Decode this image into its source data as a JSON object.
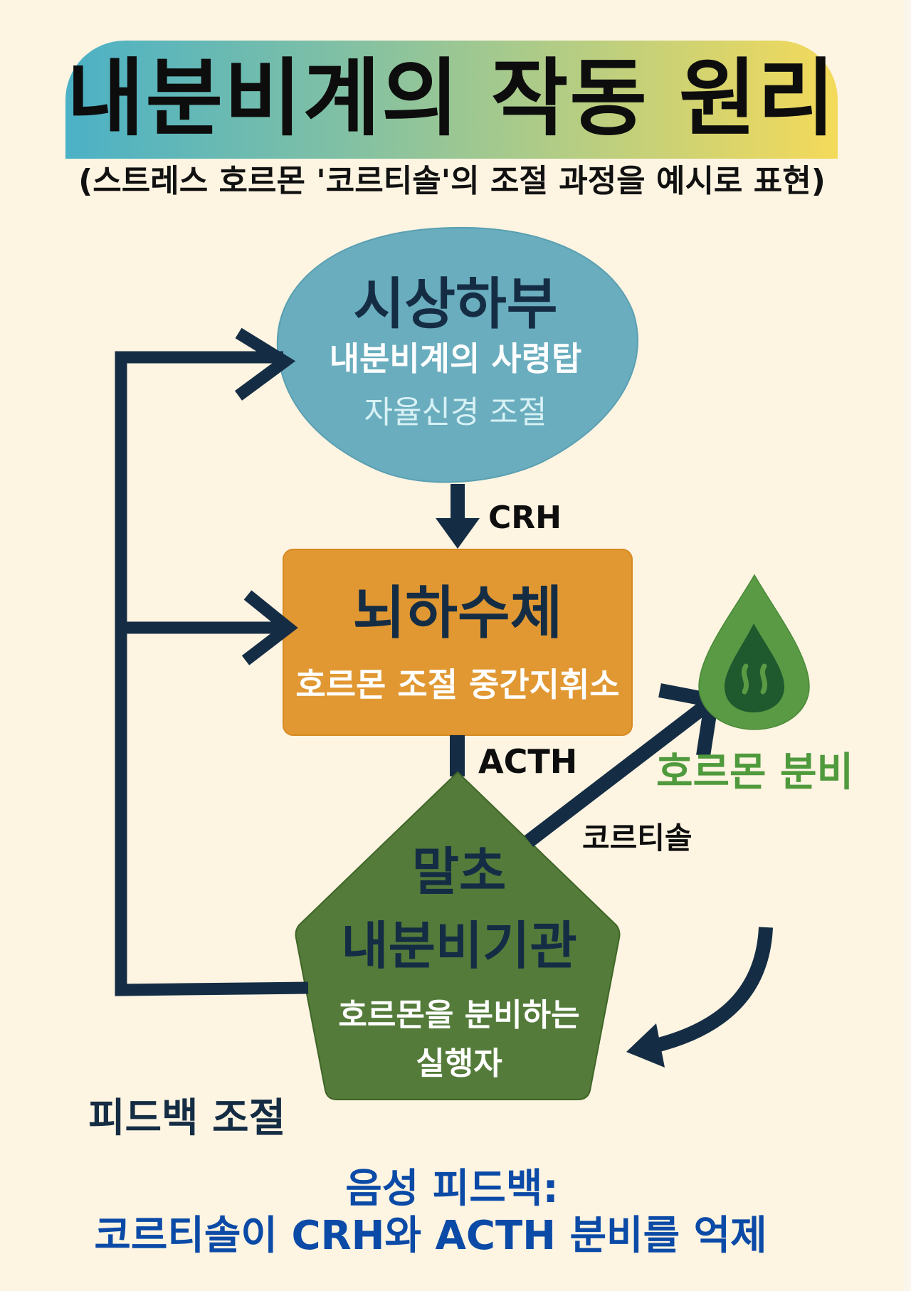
{
  "header": {
    "title": "내분비계의 작동 원리",
    "subtitle": "(스트레스 호르몬 '코르티솔'의 조절 과정을 예시로 표현)"
  },
  "nodes": {
    "hypothalamus": {
      "title": "시상하부",
      "role": "내분비계의 사령탑",
      "function": "자율신경 조절"
    },
    "pituitary": {
      "title": "뇌하수체",
      "role": "호르몬 조절 중간지휘소"
    },
    "peripheral": {
      "title_line1": "말초",
      "title_line2": "내분비기관",
      "role_line1": "호르몬을 분비하는",
      "role_line2": "실행자"
    }
  },
  "edges": {
    "crh_label": "CRH",
    "acth_label": "ACTH",
    "cortisol_label": "코르티솔"
  },
  "secretion": {
    "label": "호르몬 분비",
    "icon": "hormone-drop-icon"
  },
  "feedback": {
    "label": "피드백 조절",
    "note_line1": "음성 피드백:",
    "note_line2": "코르티솔이 CRH와 ACTH 분비를 억제"
  },
  "colors": {
    "background": "#fdf4e2",
    "hypothalamus": "#6aadbe",
    "pituitary": "#e19832",
    "peripheral": "#547b3a",
    "arrow": "#152d44",
    "secretion_green": "#4f9a3c",
    "note_blue": "#0b4aa6"
  }
}
